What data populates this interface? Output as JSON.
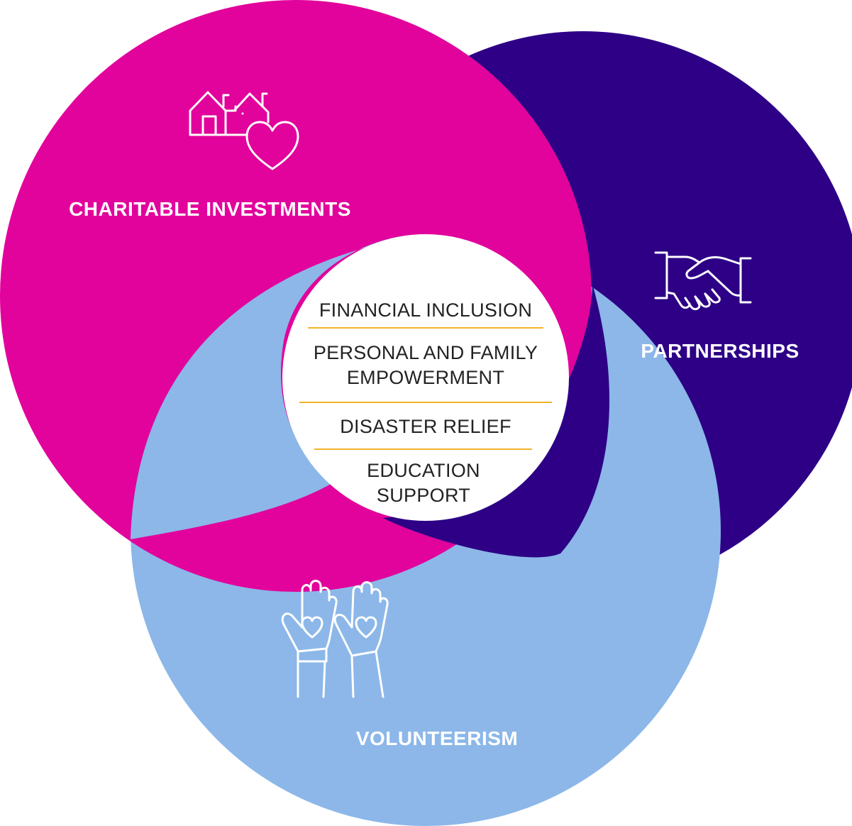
{
  "colors": {
    "charitable": "#E2029C",
    "partnerships": "#2D0086",
    "volunteerism": "#8CB7E8",
    "center": "#FFFFFF",
    "divider": "#F2B32A",
    "label_text": "#FFFFFF",
    "center_text": "#222222"
  },
  "circles": {
    "charitable_investments": {
      "label": "CHARITABLE INVESTMENTS",
      "icon": "houses-heart-icon"
    },
    "partnerships": {
      "label": "PARTNERSHIPS",
      "icon": "handshake-icon"
    },
    "volunteerism": {
      "label": "VOLUNTEERISM",
      "icon": "raised-hands-heart-icon"
    }
  },
  "center": {
    "items": [
      {
        "line1": "FINANCIAL INCLUSION"
      },
      {
        "line1": "PERSONAL AND FAMILY",
        "line2": "EMPOWERMENT"
      },
      {
        "line1": "DISASTER RELIEF"
      },
      {
        "line1": "EDUCATION",
        "line2": "SUPPORT"
      }
    ]
  }
}
